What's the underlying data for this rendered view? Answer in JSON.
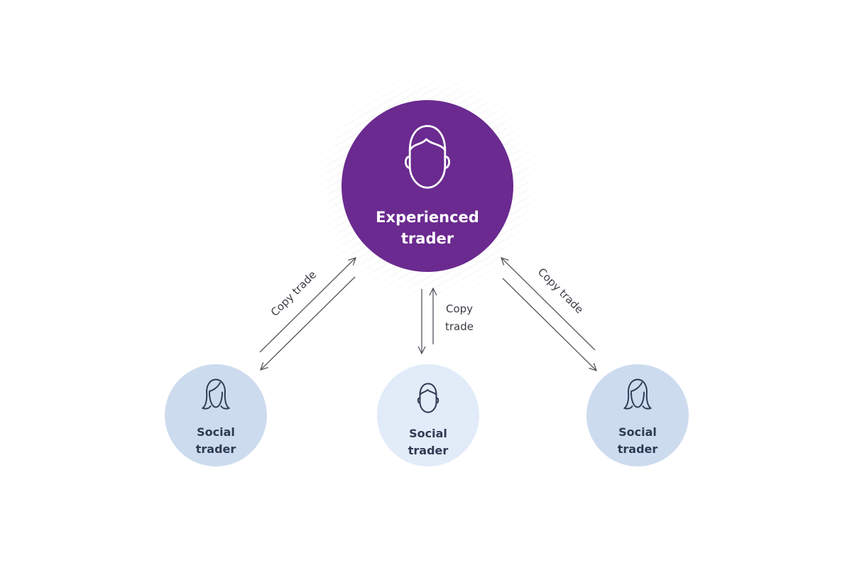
{
  "diagram": {
    "colors": {
      "background": "#ffffff",
      "experienced_fill": "#6a2a8f",
      "experienced_text": "#ffffff",
      "social_fill_outer": "#cddbef",
      "social_fill_middle": "#e2ebf8",
      "social_text": "#2f3a52",
      "arrow": "#55555d",
      "hatch": "#dcdce3"
    },
    "experienced": {
      "label_line1": "Experienced",
      "label_line2": "trader",
      "icon": "male-head-icon"
    },
    "social": [
      {
        "label_line1": "Social",
        "label_line2": "trader",
        "icon": "female-head-icon"
      },
      {
        "label_line1": "Social",
        "label_line2": "trader",
        "icon": "male-head-icon"
      },
      {
        "label_line1": "Social",
        "label_line2": "trader",
        "icon": "female-head-icon"
      }
    ],
    "edges": [
      {
        "label": "Copy trade"
      },
      {
        "label_line1": "Copy",
        "label_line2": "trade"
      },
      {
        "label": "Copy trade"
      }
    ]
  }
}
